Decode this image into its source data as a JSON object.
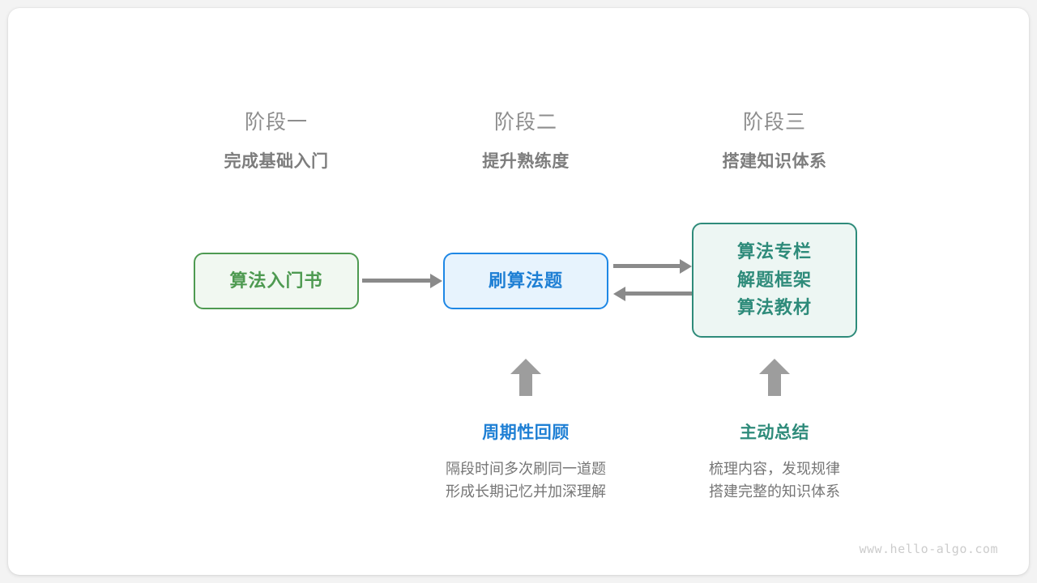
{
  "stages": [
    {
      "title": "阶段一",
      "subtitle": "完成基础入门"
    },
    {
      "title": "阶段二",
      "subtitle": "提升熟练度"
    },
    {
      "title": "阶段三",
      "subtitle": "搭建知识体系"
    }
  ],
  "nodes": {
    "book": {
      "label": "算法入门书",
      "color": "#4e9a51",
      "fill": "#f1f8f1"
    },
    "practice": {
      "label": "刷算法题",
      "color": "#1e7fd4",
      "fill": "#e7f3fd"
    },
    "resources": {
      "lines": [
        "算法专栏",
        "解题框架",
        "算法教材"
      ],
      "color": "#2e8b7a",
      "fill": "#edf6f3"
    }
  },
  "habits": [
    {
      "title": "周期性回顾",
      "color": "#1e7fd4",
      "desc_lines": [
        "隔段时间多次刷同一道题",
        "形成长期记忆并加深理解"
      ]
    },
    {
      "title": "主动总结",
      "color": "#2e8b7a",
      "desc_lines": [
        "梳理内容，发现规律",
        "搭建完整的知识体系"
      ]
    }
  ],
  "watermark": "www.hello-algo.com"
}
